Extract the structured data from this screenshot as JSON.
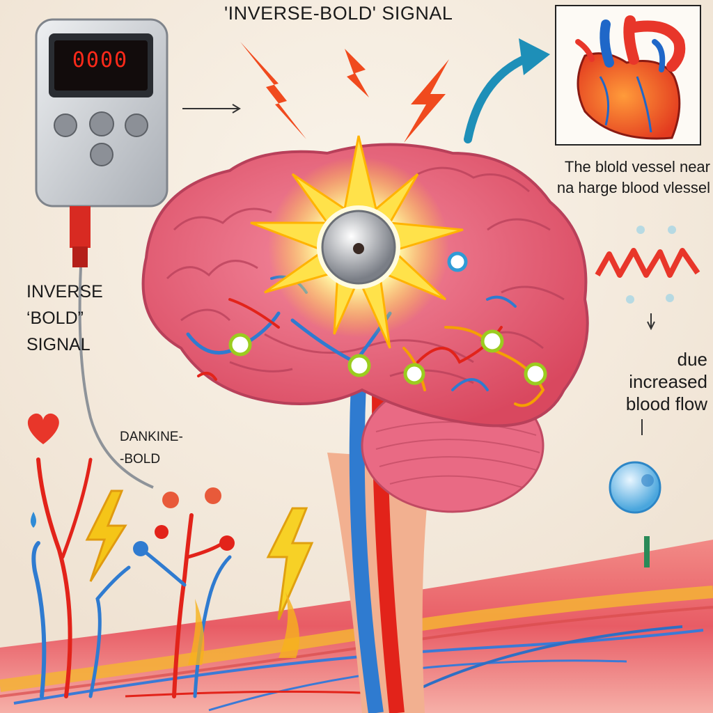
{
  "title": "'INVERSE-BOLD' SIGNAL",
  "device": {
    "readout": "0000",
    "buttons": [
      "left-button",
      "center-button",
      "right-button",
      "lower-button"
    ]
  },
  "labels": {
    "inverse_line1": "INVERSE",
    "inverse_line2": "‘BOLD”",
    "inverse_line3": "SIGNAL",
    "dankine_line1": "DANKINE-",
    "dankine_line2": "-BOLD",
    "vessel_line1": "The blold vessel near",
    "vessel_line2": "na harge blood vlessel",
    "flow_line1": "due",
    "flow_line2": "increased",
    "flow_line3": "blood flow"
  },
  "icons": [
    "heart-icon",
    "lightning-icon",
    "arrow-icon",
    "sensor-icon",
    "water-drop-icon"
  ],
  "colors": {
    "background": "#f3eadf",
    "brain": "#e8637d",
    "artery": "#e2231a",
    "vein": "#2f7bd0",
    "flash": "#ffe24a",
    "tissue": "#ee6d73"
  }
}
